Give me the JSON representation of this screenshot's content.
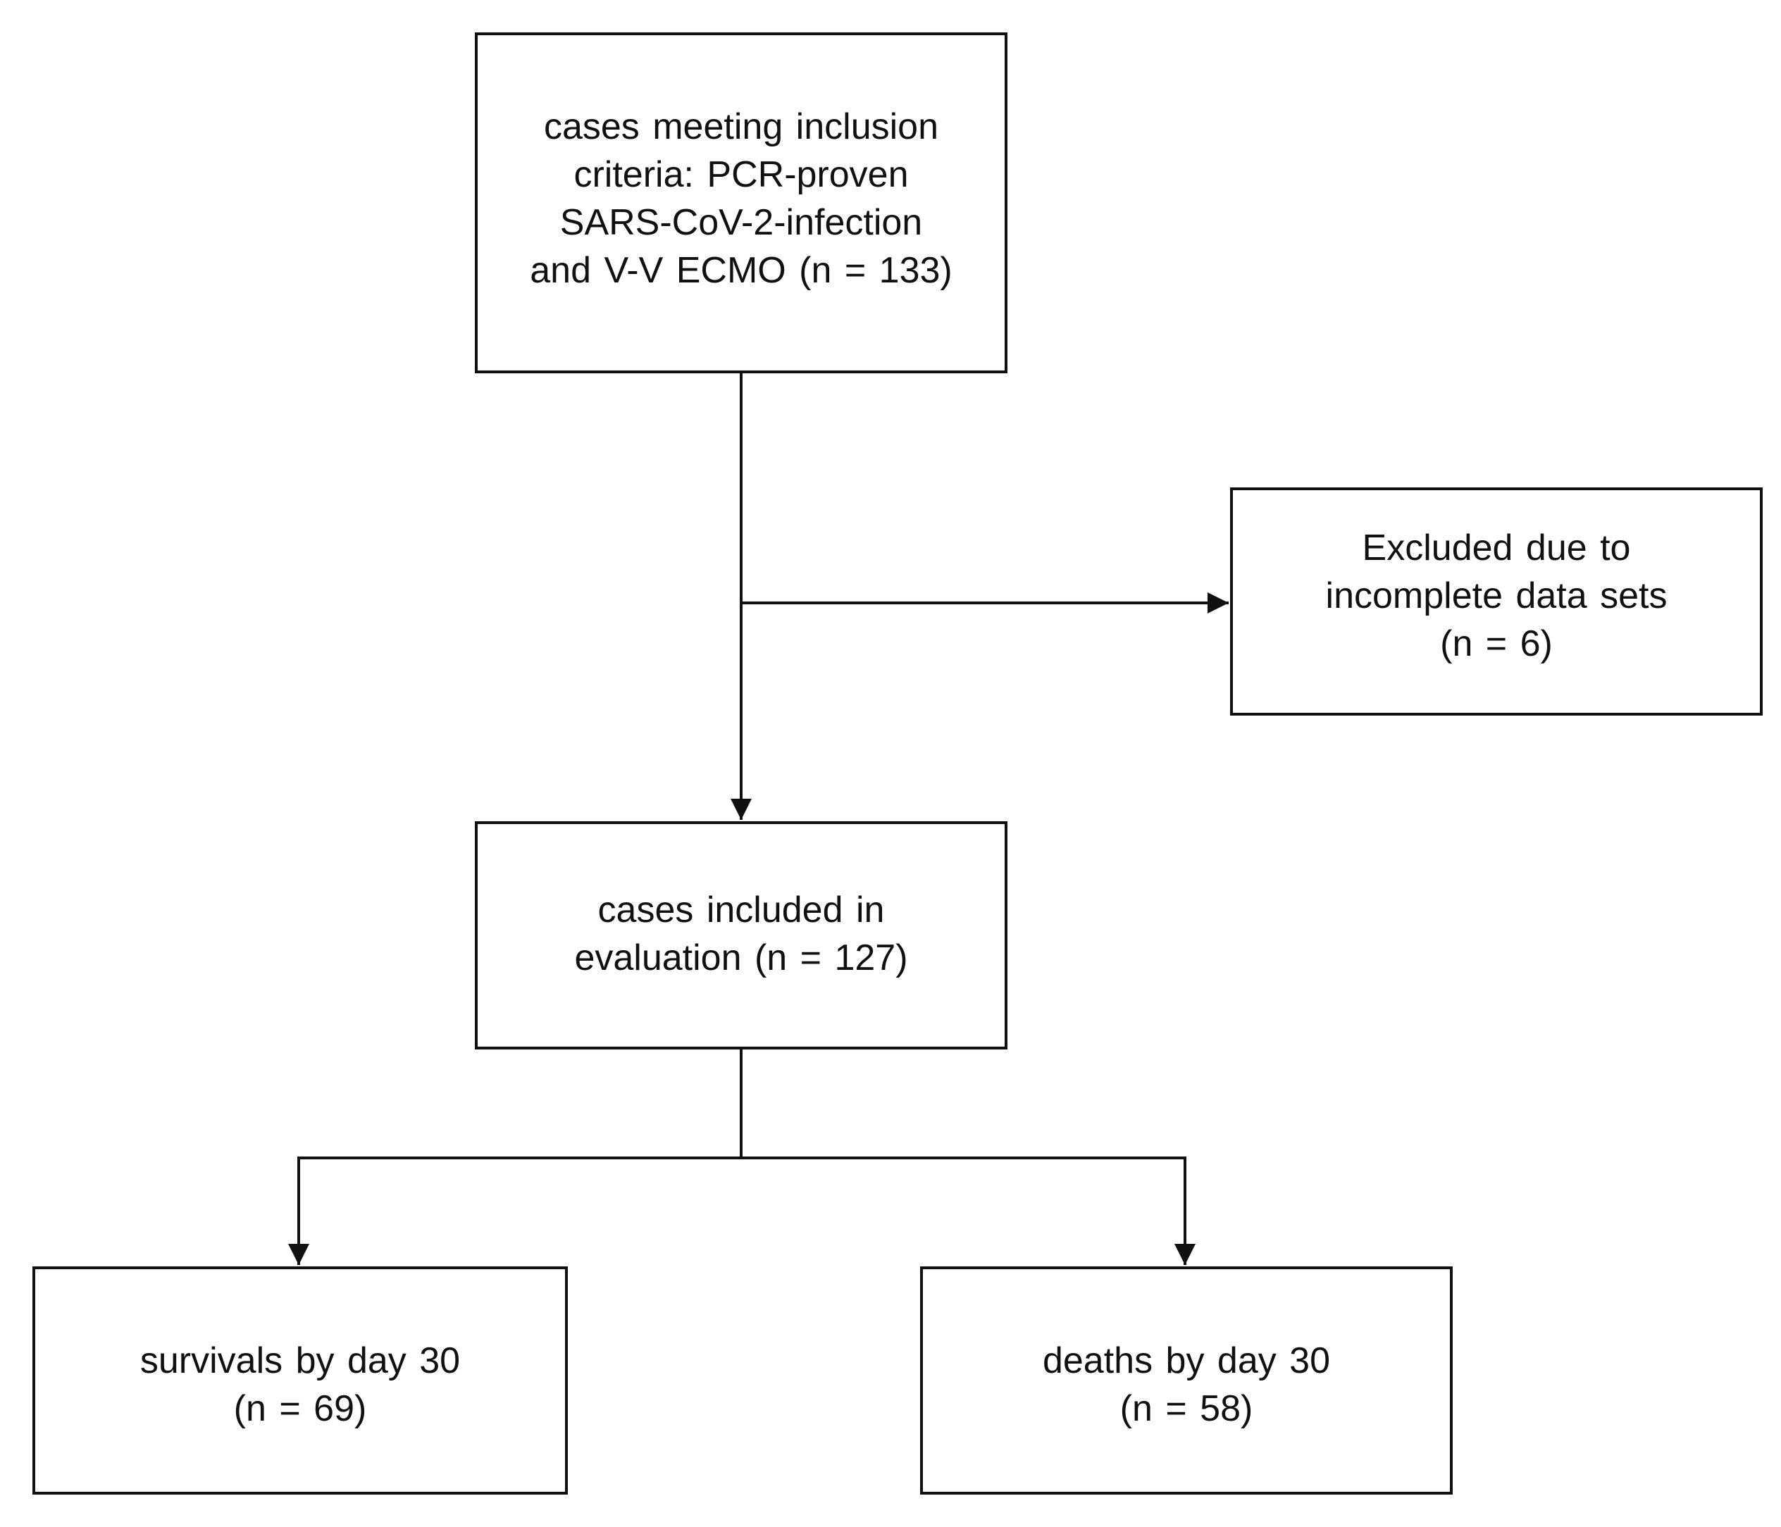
{
  "boxes": {
    "inclusion": {
      "lines": [
        "cases meeting inclusion",
        "criteria: PCR-proven",
        "SARS-CoV-2-infection",
        "and V-V ECMO (n = 133)"
      ]
    },
    "excluded": {
      "lines": [
        "Excluded due to",
        "incomplete data sets",
        "(n = 6)"
      ]
    },
    "evaluation": {
      "lines": [
        "cases included in",
        "evaluation (n = 127)"
      ]
    },
    "survivals": {
      "lines": [
        "survivals by day 30",
        "(n = 69)"
      ]
    },
    "deaths": {
      "lines": [
        "deaths by day 30",
        "(n = 58)"
      ]
    }
  },
  "colors": {
    "stroke": "#111111",
    "background": "#ffffff",
    "text": "#111111"
  }
}
